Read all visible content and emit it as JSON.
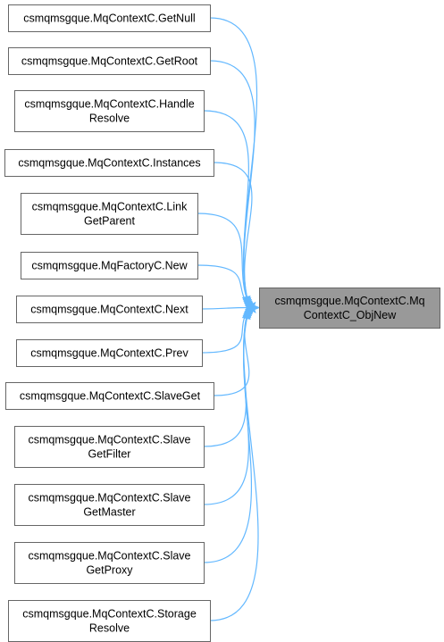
{
  "diagram": {
    "kind": "caller-graph",
    "colors": {
      "edge": "#63b8ff",
      "node_border": "#666666",
      "node_fill": "#ffffff",
      "target_fill": "#999999"
    },
    "target": {
      "id": "target",
      "lines": [
        "csmqmsgque.MqContextC.Mq",
        "ContextC_ObjNew"
      ]
    },
    "callers": [
      {
        "id": "getnull",
        "lines": [
          "csmqmsgque.MqContextC.GetNull"
        ]
      },
      {
        "id": "getroot",
        "lines": [
          "csmqmsgque.MqContextC.GetRoot"
        ]
      },
      {
        "id": "handleresolve",
        "lines": [
          "csmqmsgque.MqContextC.Handle",
          "Resolve"
        ]
      },
      {
        "id": "instances",
        "lines": [
          "csmqmsgque.MqContextC.Instances"
        ]
      },
      {
        "id": "linkgetparent",
        "lines": [
          "csmqmsgque.MqContextC.Link",
          "GetParent"
        ]
      },
      {
        "id": "factorynew",
        "lines": [
          "csmqmsgque.MqFactoryC.New"
        ]
      },
      {
        "id": "next",
        "lines": [
          "csmqmsgque.MqContextC.Next"
        ]
      },
      {
        "id": "prev",
        "lines": [
          "csmqmsgque.MqContextC.Prev"
        ]
      },
      {
        "id": "slaveget",
        "lines": [
          "csmqmsgque.MqContextC.SlaveGet"
        ]
      },
      {
        "id": "slavegetfilter",
        "lines": [
          "csmqmsgque.MqContextC.Slave",
          "GetFilter"
        ]
      },
      {
        "id": "slavegetmaster",
        "lines": [
          "csmqmsgque.MqContextC.Slave",
          "GetMaster"
        ]
      },
      {
        "id": "slavegetproxy",
        "lines": [
          "csmqmsgque.MqContextC.Slave",
          "GetProxy"
        ]
      },
      {
        "id": "storageresolve",
        "lines": [
          "csmqmsgque.MqContextC.Storage",
          "Resolve"
        ]
      }
    ]
  }
}
